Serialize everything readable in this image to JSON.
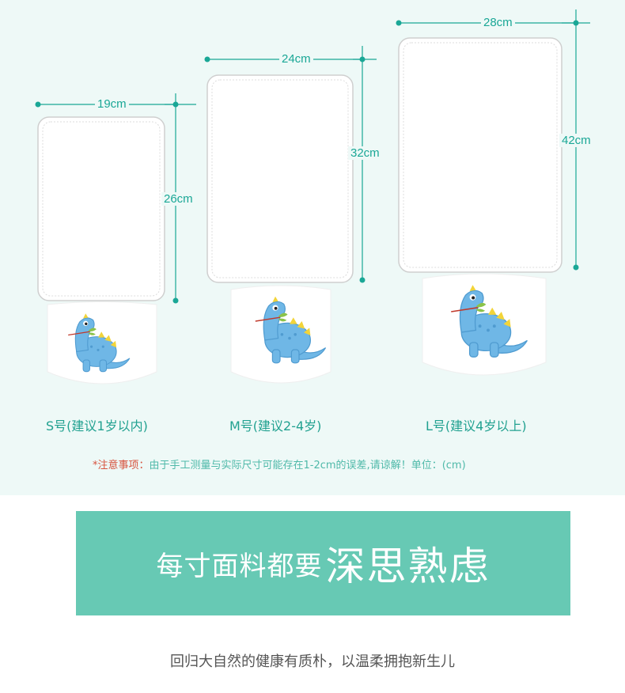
{
  "dimensions": {
    "s_width": "19cm",
    "s_height": "26cm",
    "m_width": "24cm",
    "m_height": "32cm",
    "l_width": "28cm",
    "l_height": "42cm"
  },
  "sizes": {
    "s_label": "S号(建议1岁以内)",
    "m_label": "M号(建议2-4岁)",
    "l_label": "L号(建议4岁以上)"
  },
  "note": {
    "star": "*注意事项：",
    "text": "由于手工测量与实际尺寸可能存在1-2cm的误差,请谅解！单位：(cm)"
  },
  "banner": {
    "lead": "每寸面料都要",
    "emphasis": "深思熟虑"
  },
  "tagline": "回归大自然的健康有质朴，以温柔拥抱新生儿",
  "colors": {
    "accent": "#1aa796",
    "banner_bg": "#67c9b4",
    "panel_bg": "#eef9f7",
    "dino_blue": "#6fb7e6",
    "dino_spikes": "#f2d43a"
  },
  "icons": {
    "towel": "towel-illustration",
    "dinosaur": "dinosaur-icon"
  }
}
